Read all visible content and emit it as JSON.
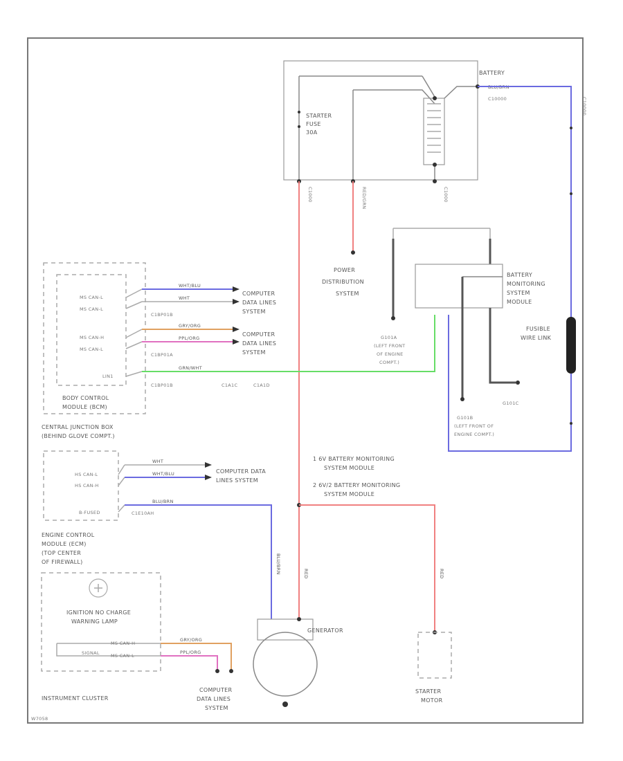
{
  "battery": {
    "label": "BATTERY",
    "wire": "BLU/BRN",
    "conn": "C10000"
  },
  "starter_fuse": {
    "line1": "STARTER",
    "line2": "FUSE",
    "line3": "30A"
  },
  "top_wires": {
    "w1": "C1000",
    "w2": "RED/GRN",
    "w3": "C1000"
  },
  "power_distribution": {
    "line1": "POWER",
    "line2": "DISTRIBUTION",
    "line3": "SYSTEM"
  },
  "bms": {
    "line1": "BATTERY",
    "line2": "MONITORING",
    "line3": "SYSTEM",
    "line4": "MODULE"
  },
  "fusible_link": {
    "line1": "FUSIBLE",
    "line2": "WIRE LINK"
  },
  "g101a": {
    "line1": "G101A",
    "line2": "(LEFT FRONT",
    "line3": "OF ENGINE",
    "line4": "COMPT.)"
  },
  "g101b": {
    "line1": "G101B",
    "line2": "(LEFT FRONT OF",
    "line3": "ENGINE COMPT.)"
  },
  "g101c": "G101C",
  "bcm": {
    "pins": [
      "MS CAN-L",
      "MS CAN-L",
      "MS CAN-H",
      "MS CAN-L",
      "LIN1"
    ],
    "wires": [
      "WHT/BLU",
      "WHT",
      "GRY/ORG",
      "PPL/ORG",
      "GRN/WHT"
    ],
    "conn1": "C1BP01B",
    "conn2": "C1BP01A",
    "conn3": "C1BP01B",
    "green_conn1": "C1A1C",
    "green_conn2": "C1A1D",
    "title1": "BODY CONTROL",
    "title2": "MODULE (BCM)",
    "cjb1": "CENTRAL JUNCTION BOX",
    "cjb2": "(BEHIND GLOVE COMPT.)"
  },
  "data_lines": {
    "line1": "COMPUTER",
    "line2": "DATA LINES",
    "line3": "SYSTEM"
  },
  "ecm": {
    "pins": [
      "HS CAN-L",
      "HS CAN-H",
      "B-FUSED"
    ],
    "wires": [
      "WHT",
      "WHT/BLU",
      "BLU/BRN"
    ],
    "conn": "C1E10AH",
    "data1": "COMPUTER DATA",
    "data2": "LINES SYSTEM",
    "title1": "ENGINE CONTROL",
    "title2": "MODULE (ECM)",
    "title3": "(TOP CENTER",
    "title4": "OF FIREWALL)"
  },
  "notes": {
    "n1a": "1   6V BATTERY MONITORING",
    "n1b": "SYSTEM MODULE",
    "n2a": "2   6V/2 BATTERY MONITORING",
    "n2b": "SYSTEM MODULE"
  },
  "ic": {
    "title1": "IGNITION NO CHARGE",
    "title2": "WARNING LAMP",
    "pins": [
      "MS CAN-H",
      "MS CAN-L"
    ],
    "wires": [
      "GRY/ORG",
      "PPL/ORG"
    ],
    "signal": "SIGNAL",
    "label": "INSTRUMENT CLUSTER"
  },
  "generator": {
    "label": "GENERATOR",
    "wire1": "BLU/BRN",
    "wire2": "RED"
  },
  "starter": {
    "line1": "STARTER",
    "line2": "MOTOR",
    "wire": "RED"
  },
  "footer": "W7058",
  "colors": {
    "red": "#f08080",
    "blue": "#6a6ae0",
    "green": "#66dd66",
    "pink": "#e070c0",
    "orange": "#e0a060"
  }
}
